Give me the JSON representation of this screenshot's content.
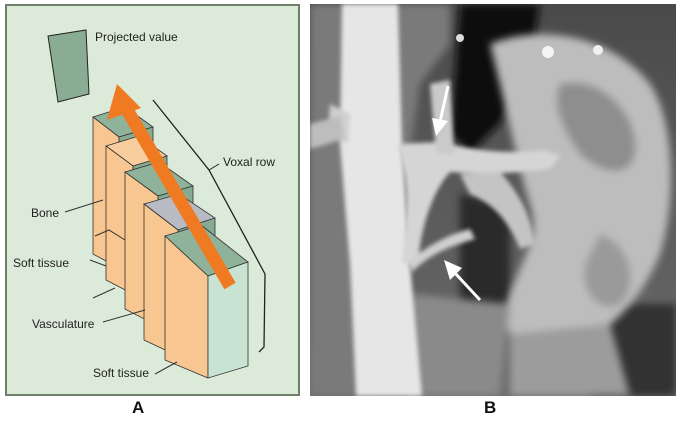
{
  "panel_a": {
    "letter": "A",
    "labels": {
      "projected_value": "Projected value",
      "voxel_row": "Voxal row",
      "bone": "Bone",
      "soft_tissue_top": "Soft tissue",
      "vasculature": "Vasculature",
      "soft_tissue_bottom": "Soft tissue"
    },
    "colors": {
      "background": "#dcebd9",
      "border": "#6e7f6a",
      "projected_box": "#8aac93",
      "block_front": "#f8c690",
      "block_side_dark": "#86aa92",
      "block_side_light": "#c9e3d2",
      "block_top_green": "#8fb39a",
      "block_top_peach": "#f9ce9e",
      "block_top_gray": "#b8bcc2",
      "arrow": "#f07a22"
    },
    "icons": [
      "projection-arrow"
    ]
  },
  "panel_b": {
    "letter": "B",
    "description_icons": [
      "white-arrow-upper",
      "white-arrow-lower"
    ]
  }
}
